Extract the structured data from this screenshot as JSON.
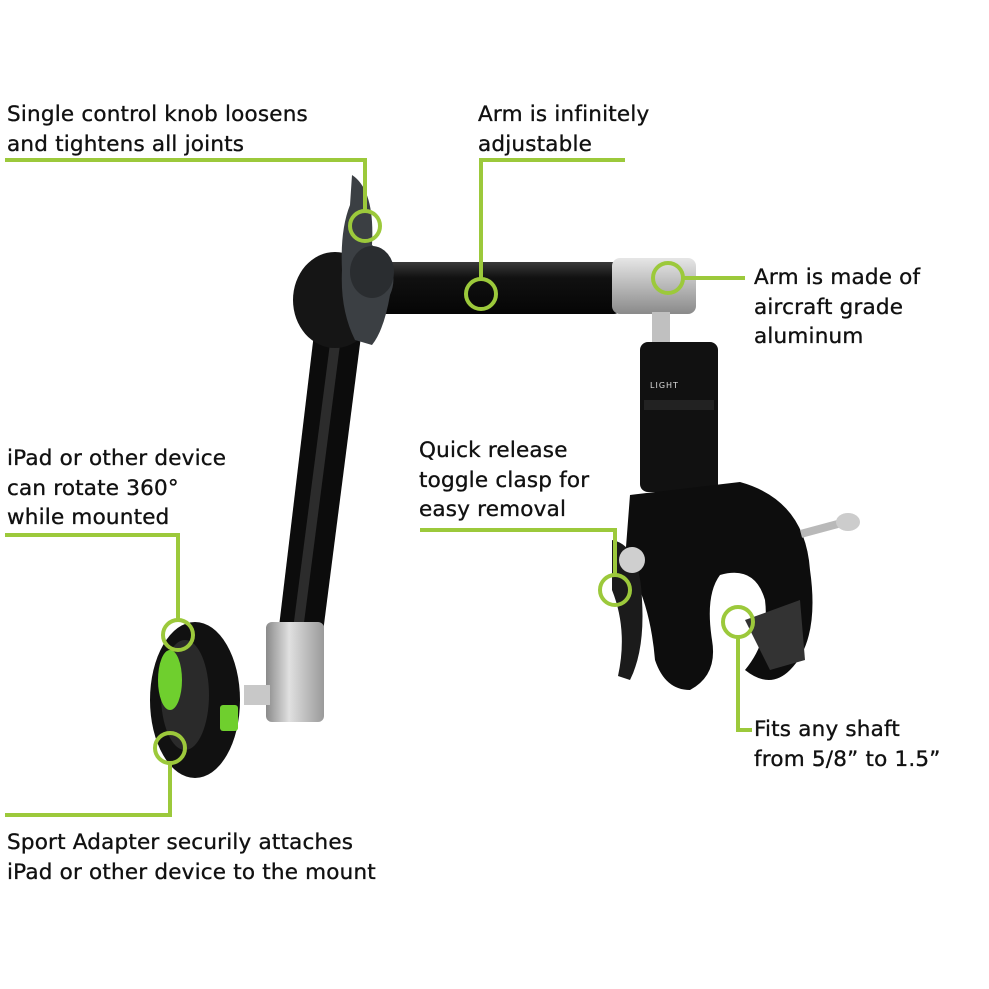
{
  "accent_color": "#9cc93b",
  "callouts": {
    "knob": {
      "line1": "Single control knob loosens",
      "line2": "and tightens all joints"
    },
    "adjustable": {
      "line1": "Arm is infinitely",
      "line2": "adjustable"
    },
    "aluminum": {
      "line1": "Arm is made of",
      "line2": "aircraft grade",
      "line3": "aluminum"
    },
    "quick_release": {
      "line1": "Quick release",
      "line2": "toggle clasp for",
      "line3": "easy removal"
    },
    "rotate": {
      "line1": "iPad or other device",
      "line2": "can rotate 360°",
      "line3": "while mounted"
    },
    "shaft": {
      "line1": "Fits any shaft",
      "line2": "from 5/8” to 1.5”"
    },
    "adapter": {
      "line1": "Sport Adapter securily attaches",
      "line2": "iPad or other device to the mount"
    }
  },
  "product_logo_text": "LIGHT"
}
